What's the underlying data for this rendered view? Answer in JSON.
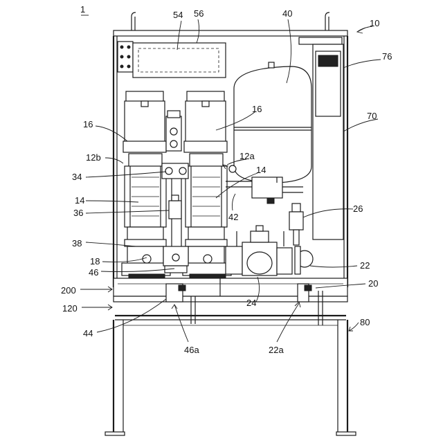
{
  "figure": {
    "number": "1",
    "labels": {
      "l10": "10",
      "l54": "54",
      "l56": "56",
      "l40": "40",
      "l76": "76",
      "l16a": "16",
      "l16b": "16",
      "l70": "70",
      "l12b": "12b",
      "l12a": "12a",
      "l34": "34",
      "l14a": "14",
      "l14b": "14",
      "l36": "36",
      "l42": "42",
      "l26": "26",
      "l38": "38",
      "l18": "18",
      "l46": "46",
      "l22": "22",
      "l200": "200",
      "l20": "20",
      "l24": "24",
      "l120": "120",
      "l80": "80",
      "l44": "44",
      "l46a": "46a",
      "l22a": "22a"
    }
  }
}
